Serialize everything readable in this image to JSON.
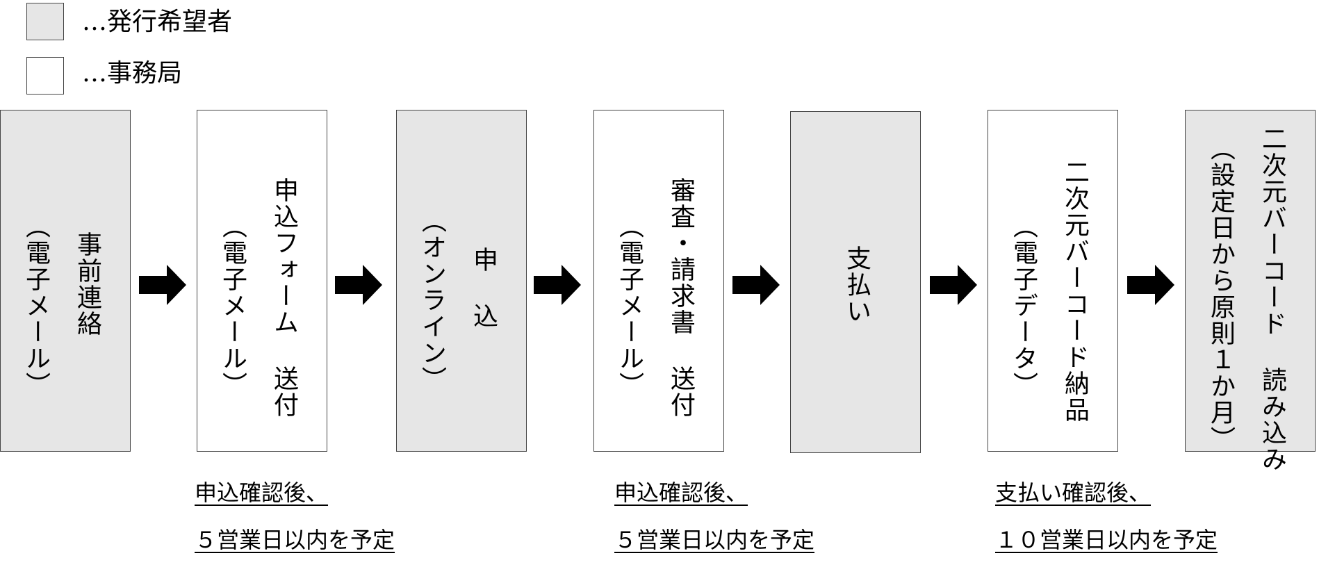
{
  "legend": {
    "applicant": {
      "label": "…発行希望者",
      "color": "#e6e6e6"
    },
    "office": {
      "label": "…事務局",
      "color": "#ffffff"
    }
  },
  "steps": [
    {
      "actor": "applicant",
      "lines": [
        "事前連絡",
        "（電子メール）"
      ]
    },
    {
      "actor": "office",
      "lines": [
        "申込フォーム 送付",
        "（電子メール）"
      ]
    },
    {
      "actor": "applicant",
      "lines": [
        "申 込",
        "（オンライン）"
      ]
    },
    {
      "actor": "office",
      "lines": [
        "審査・請求書 送付",
        "（電子メール）"
      ]
    },
    {
      "actor": "applicant",
      "lines": [
        "支払い"
      ]
    },
    {
      "actor": "office",
      "lines": [
        "二次元バーコード納品",
        "（電子データ）"
      ]
    },
    {
      "actor": "applicant",
      "lines": [
        "二次元バーコード 読み込み",
        "（設定日から原則１か月）"
      ]
    }
  ],
  "notes": [
    {
      "line1": "申込確認後、",
      "line2": "５営業日以内を予定"
    },
    {
      "line1": "申込確認後、",
      "line2": "５営業日以内を予定"
    },
    {
      "line1": "支払い確認後、",
      "line2": "１０営業日以内を予定"
    }
  ],
  "arrow_icon": "right-arrow-icon"
}
